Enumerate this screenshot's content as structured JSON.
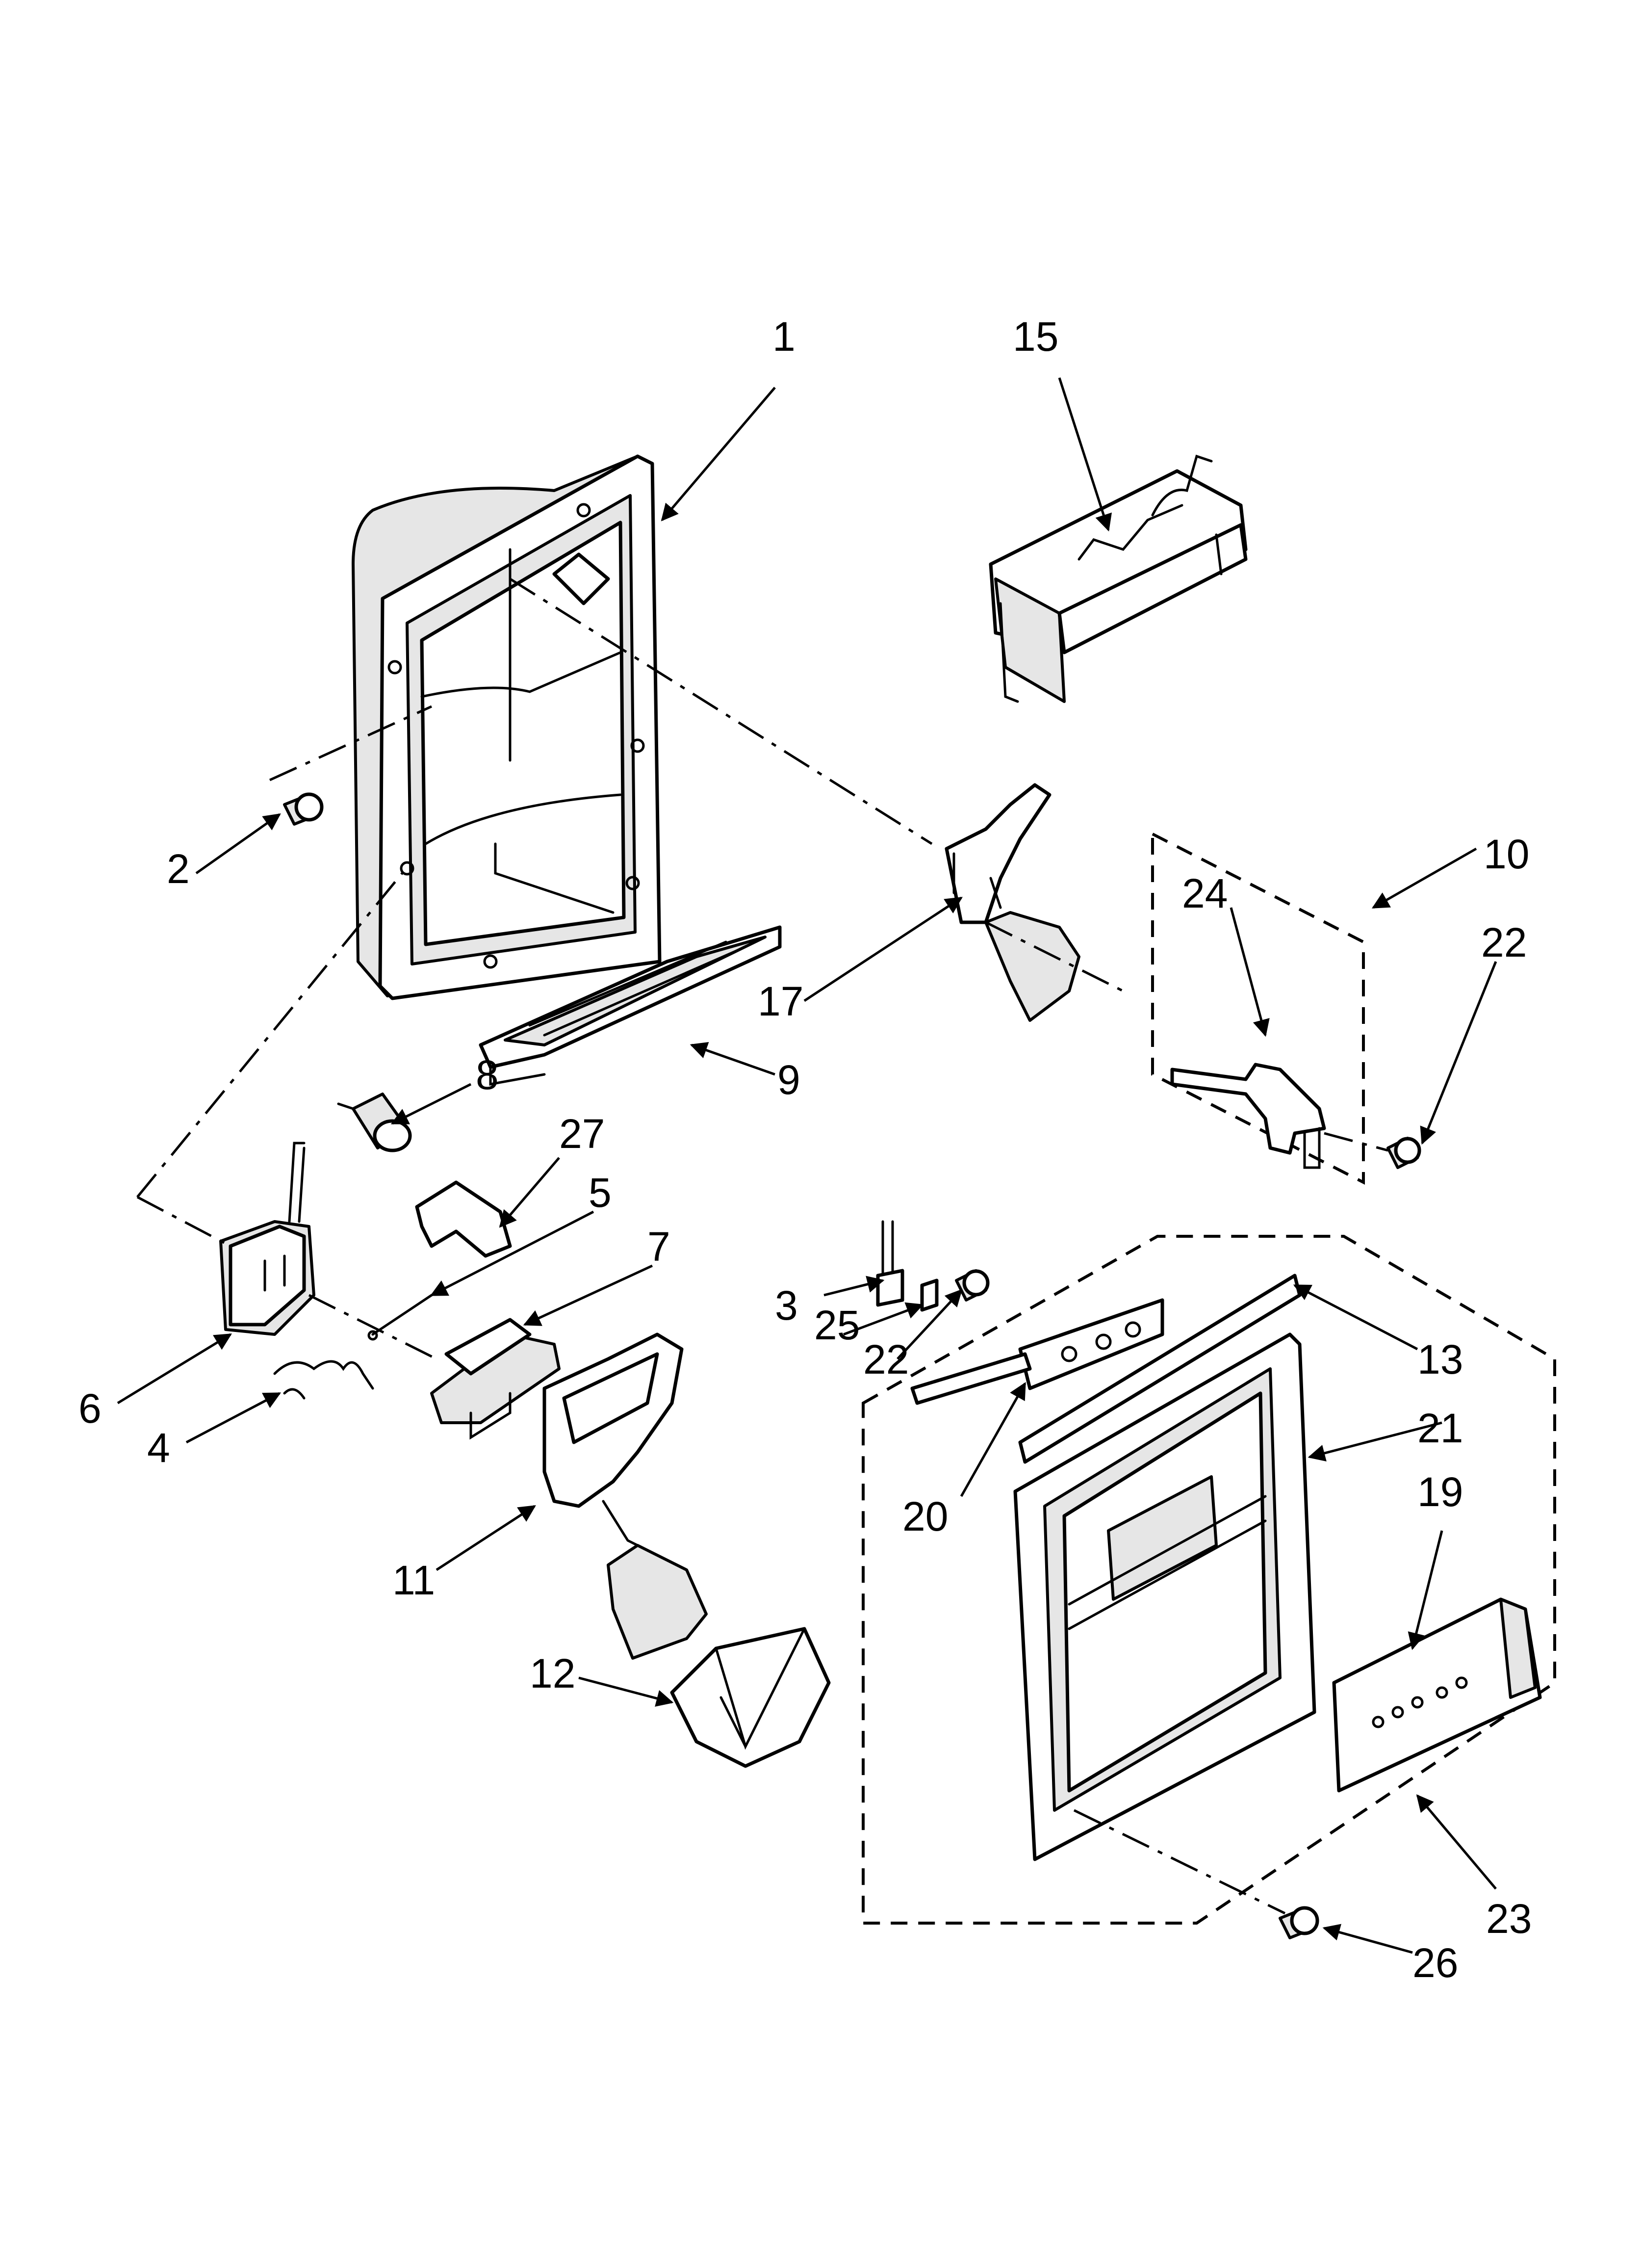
{
  "callouts": {
    "c1": "1",
    "c2": "2",
    "c3": "3",
    "c4": "4",
    "c5": "5",
    "c6": "6",
    "c7": "7",
    "c8": "8",
    "c9": "9",
    "c10": "10",
    "c11": "11",
    "c12": "12",
    "c13": "13",
    "c15": "15",
    "c17": "17",
    "c19": "19",
    "c20": "20",
    "c21": "21",
    "c22a": "22",
    "c22b": "22",
    "c23": "23",
    "c24": "24",
    "c25": "25",
    "c26": "26",
    "c27": "27"
  }
}
